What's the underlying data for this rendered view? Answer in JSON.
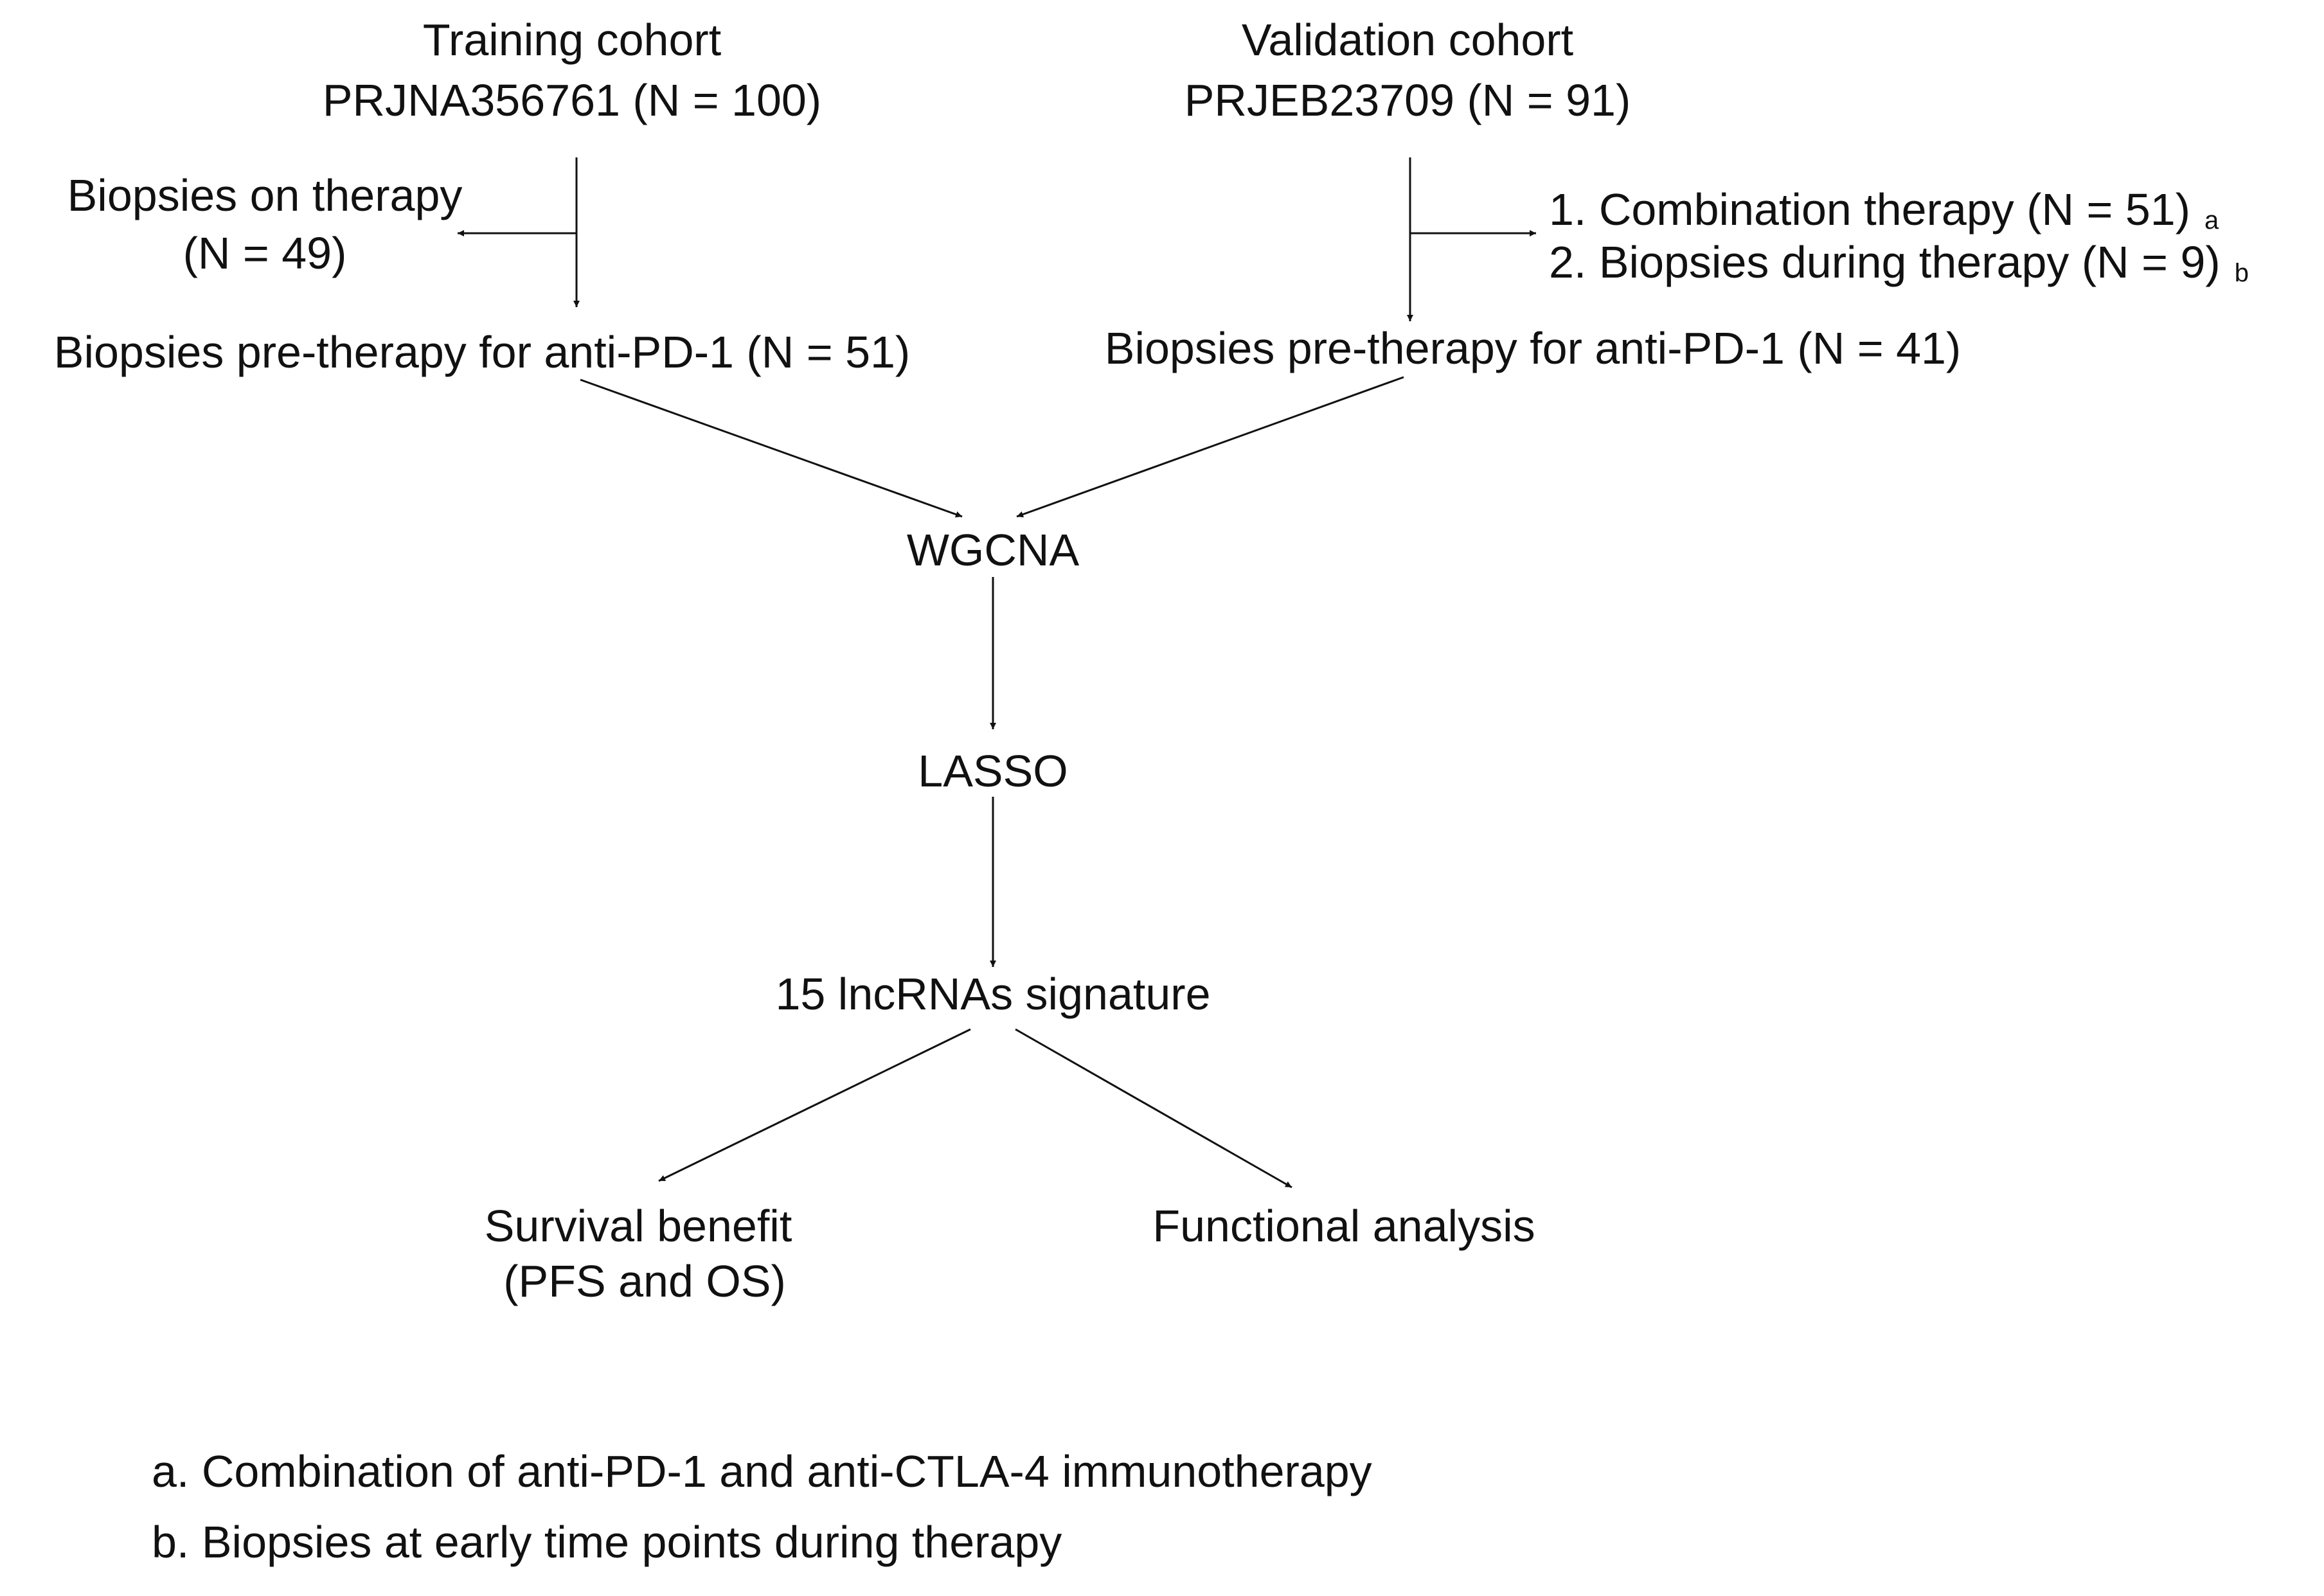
{
  "training": {
    "title": "Training cohort",
    "accession": "PRJNA356761 (N = 100)",
    "excluded_line1": "Biopsies on therapy",
    "excluded_line2": "(N = 49)",
    "included": "Biopsies pre-therapy for anti-PD-1 (N = 51)"
  },
  "validation": {
    "title": "Validation cohort",
    "accession": "PRJEB23709 (N = 91)",
    "excluded_1": "1. Combination therapy (N = 51)",
    "excluded_1_mark": "a",
    "excluded_2": "2. Biopsies during therapy (N = 9)",
    "excluded_2_mark": "b",
    "included": "Biopsies pre-therapy for anti-PD-1 (N = 41)"
  },
  "steps": {
    "wgcna": "WGCNA",
    "lasso": "LASSO",
    "signature": "15 lncRNAs signature"
  },
  "outcomes": {
    "survival_line1": "Survival benefit",
    "survival_line2": "(PFS and OS)",
    "functional": "Functional analysis"
  },
  "footnotes": {
    "a": "a. Combination of anti-PD-1 and anti-CTLA-4 immunotherapy",
    "b": "b. Biopsies at early time points during therapy"
  }
}
